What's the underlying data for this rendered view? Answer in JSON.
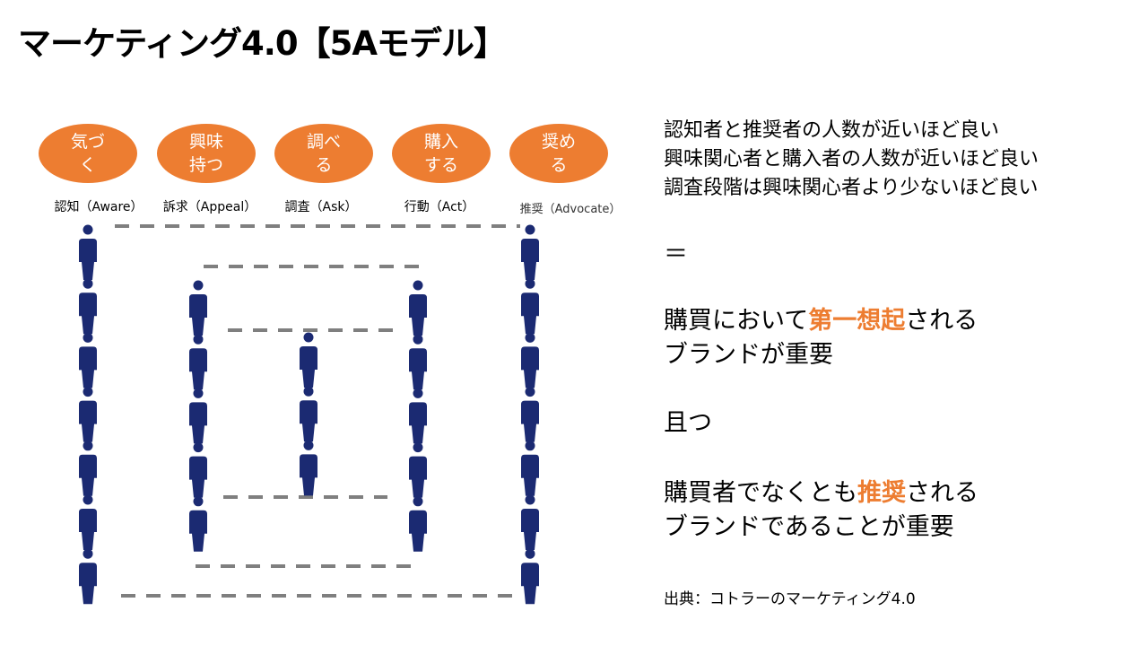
{
  "title": "マーケティング4.0【5Aモデル】",
  "stages": [
    {
      "circle": [
        "気づ",
        "く"
      ],
      "label": "認知（Aware）"
    },
    {
      "circle": [
        "興味",
        "持つ"
      ],
      "label": "訴求（Appeal）"
    },
    {
      "circle": [
        "調べ",
        "る"
      ],
      "label": "調査（Ask）"
    },
    {
      "circle": [
        "購入",
        "する"
      ],
      "label": "行動（Act）"
    },
    {
      "circle": [
        "奨め",
        "る"
      ],
      "label": "推奨（Advocate）"
    }
  ],
  "right": {
    "l1": "認知者と推奨者の人数が近いほど良い",
    "l2": "興味関心者と購入者の人数が近いほど良い",
    "l3": "調査段階は興味関心者より少ないほど良い",
    "eq": "＝",
    "p1a": "購買において",
    "p1b": "第一想起",
    "p1c": "される",
    "p1d": "ブランドが重要",
    "and": "且つ",
    "p2a": "購買者でなくとも",
    "p2b": "推奨",
    "p2c": "される",
    "p2d": "ブランドであることが重要",
    "source": "出典：コトラーのマーケティング4.0"
  },
  "colors": {
    "accent": "#ed7d31",
    "person": "#1b2a72",
    "dash": "#7f7f7f"
  },
  "people_counts": [
    7,
    5,
    3,
    5,
    7
  ]
}
